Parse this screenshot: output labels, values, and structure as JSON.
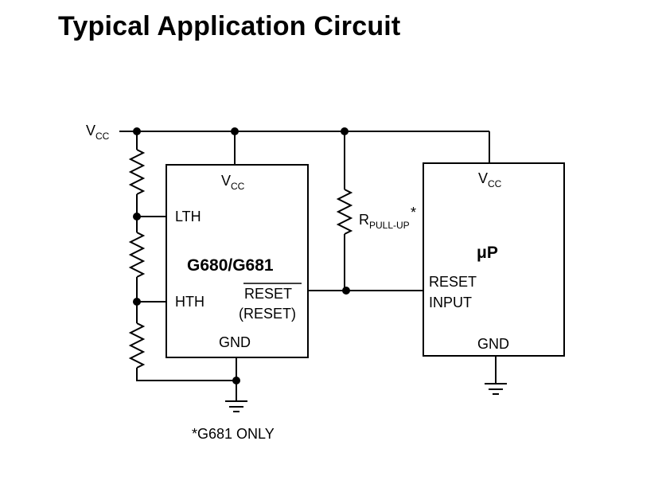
{
  "title": "Typical Application Circuit",
  "supply": {
    "v_main": "V",
    "v_sub": "CC"
  },
  "ic": {
    "name": "G680/G681",
    "vcc_main": "V",
    "vcc_sub": "CC",
    "lth": "LTH",
    "hth": "HTH",
    "reset_bar": "RESET",
    "reset_alt": "(RESET)",
    "gnd": "GND"
  },
  "pullup": {
    "main": "R",
    "sub": "PULL-UP",
    "mark": "*"
  },
  "mcu": {
    "name": "μP",
    "vcc_main": "V",
    "vcc_sub": "CC",
    "reset_line1": "RESET",
    "reset_line2": "INPUT",
    "gnd": "GND"
  },
  "footnote": "*G681 ONLY"
}
